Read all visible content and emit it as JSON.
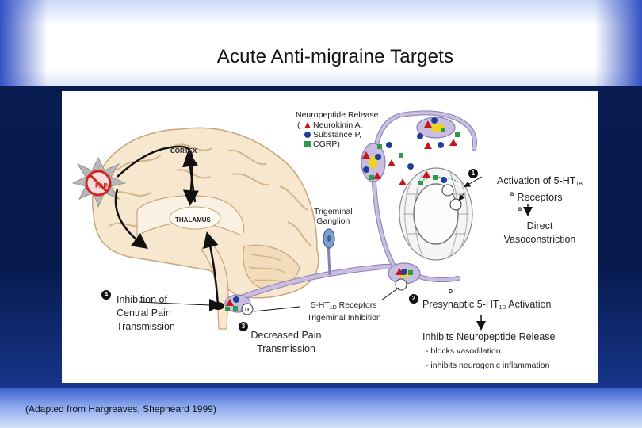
{
  "title": "Acute Anti-migraine Targets",
  "footer": "(Adapted from Hargreaves, Shepheard 1999)",
  "neuropeptide": {
    "heading": "Neuropeptide Release",
    "open_paren": "(",
    "items": [
      "Neurokinin A,",
      "Substance P,",
      "CGRP)"
    ]
  },
  "brain": {
    "pain": "PAIN",
    "cortex": "CORTEX",
    "thalamus": "THALAMUS",
    "trigeminal_ganglion": [
      "Trigeminal",
      "Ganglion"
    ]
  },
  "targets": {
    "t1": {
      "number": "1",
      "line1_main": "Activation of 5-HT",
      "line1_sub": "1B",
      "line2": "Receptors",
      "result": [
        "Direct",
        "Vasoconstriction"
      ]
    },
    "t2": {
      "number": "2",
      "line_main": "Presynaptic 5-HT",
      "line_sub": "1D",
      "line_tail": " Activation",
      "result": "Inhibits Neuropeptide Release",
      "bullets": [
        "- blocks vasodilation",
        "- inhibits neurogenic inflammation"
      ]
    },
    "t3": {
      "number": "3",
      "receptor_main": "5-HT",
      "receptor_sub": "1D",
      "receptor_tail": " Receptors",
      "receptor_line2": "Trigeminal Inhibition",
      "text": [
        "Decreased Pain",
        "Transmission"
      ]
    },
    "t4": {
      "number": "4",
      "text": [
        "Inhibition of",
        "Central Pain",
        "Transmission"
      ]
    }
  },
  "receptor_letters": {
    "b": "B",
    "d": "D"
  },
  "colors": {
    "triangle": "#c4161c",
    "circle": "#1f3f9a",
    "square": "#2e9a4b",
    "nerve": "#c9bde0",
    "nerve_outline": "#8b7fb6",
    "brain_fill": "#f7e7cf",
    "brain_stroke": "#c8a57a"
  }
}
